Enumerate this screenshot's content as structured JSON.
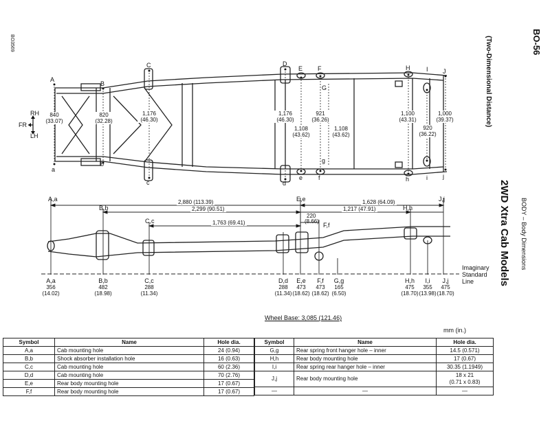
{
  "header": {
    "page_code": "BO-56",
    "section": "BODY  –  Body Dimensions",
    "model": "2WD Xtra Cab Models",
    "projection": "(Two-Dimensional Distance)",
    "drawing_id": "BO3569"
  },
  "directions": {
    "rh": "RH",
    "fr": "FR",
    "lh": "LH"
  },
  "plan_view": {
    "top_letters": [
      "A",
      "B",
      "C",
      "D",
      "E",
      "F",
      "G",
      "H",
      "I",
      "J"
    ],
    "bottom_letters": [
      "a",
      "b",
      "c",
      "d",
      "e",
      "f",
      "g",
      "h",
      "i",
      "j"
    ],
    "dims": [
      {
        "mm": "840",
        "in": "(33.07)"
      },
      {
        "mm": "820",
        "in": "(32.28)"
      },
      {
        "mm": "1,176",
        "in": "(46.30)"
      },
      {
        "mm": "1,176",
        "in": "(46.30)"
      },
      {
        "mm": "1,108",
        "in": "(43.62)"
      },
      {
        "mm": "921",
        "in": "(36.26)"
      },
      {
        "mm": "1,108",
        "in": "(43.62)"
      },
      {
        "mm": "1,100",
        "in": "(43.31)"
      },
      {
        "mm": "920",
        "in": "(36.22)"
      },
      {
        "mm": "1,000",
        "in": "(39.37)"
      }
    ]
  },
  "side_view": {
    "top_points": [
      "A,a",
      "B,b",
      "C,c",
      "E,e",
      "F,f",
      "H,h",
      "J,j"
    ],
    "spans": [
      "2,880 (113.39)",
      "1,628 (64.09)",
      "2,299 (90.51)",
      "1,217 (47.91)",
      "1,763 (69.41)",
      "220",
      "(8.66)"
    ],
    "bottom_points": [
      {
        "label": "A,a",
        "mm": "356",
        "in": "(14.02)"
      },
      {
        "label": "B,b",
        "mm": "482",
        "in": "(18.98)"
      },
      {
        "label": "C,c",
        "mm": "288",
        "in": "(11.34)"
      },
      {
        "label": "D,d",
        "mm": "288",
        "in": "(11.34)"
      },
      {
        "label": "E,e",
        "mm": "473",
        "in": "(18.62)"
      },
      {
        "label": "F,f",
        "mm": "473",
        "in": "(18.62)"
      },
      {
        "label": "G,g",
        "mm": "165",
        "in": "(6.50)"
      },
      {
        "label": "H,h",
        "mm": "475",
        "in": "(18.70)"
      },
      {
        "label": "I,i",
        "mm": "355",
        "in": "(13.98)"
      },
      {
        "label": "J,j",
        "mm": "475",
        "in": "(18.70)"
      }
    ],
    "imaginary_line": [
      "Imaginary",
      "Standard",
      "Line"
    ],
    "wheel_base": "Wheel Base:  3,085 (121.46)",
    "units": "mm (in.)"
  },
  "table": {
    "headers": [
      "Symbol",
      "Name",
      "Hole dia."
    ],
    "left": [
      {
        "symbol": "A,a",
        "name": "Cab mounting hole",
        "dia": "24 (0.94)"
      },
      {
        "symbol": "B,b",
        "name": "Shock absorber installation hole",
        "dia": "16 (0.63)"
      },
      {
        "symbol": "C,c",
        "name": "Cab mounting hole",
        "dia": "60 (2.36)"
      },
      {
        "symbol": "D,d",
        "name": "Cab mounting hole",
        "dia": "70 (2.76)"
      },
      {
        "symbol": "E,e",
        "name": "Rear body mounting hole",
        "dia": "17 (0.67)"
      },
      {
        "symbol": "F,f",
        "name": "Rear body mounting hole",
        "dia": "17 (0.67)"
      }
    ],
    "right": [
      {
        "symbol": "G,g",
        "name": "Rear spring front hanger hole – inner",
        "dia": "14.5 (0.571)"
      },
      {
        "symbol": "H,h",
        "name": "Rear body mounting hole",
        "dia": "17 (0.67)"
      },
      {
        "symbol": "I,i",
        "name": "Rear spring rear hanger hole – inner",
        "dia": "30.35 (1.1949)"
      },
      {
        "symbol": "J,j",
        "name": "Rear body mounting hole",
        "dia": "18 x 21",
        "dia2": "(0.71 x 0.83)"
      },
      {
        "symbol": "—",
        "name": "—",
        "dia": "—"
      }
    ]
  }
}
